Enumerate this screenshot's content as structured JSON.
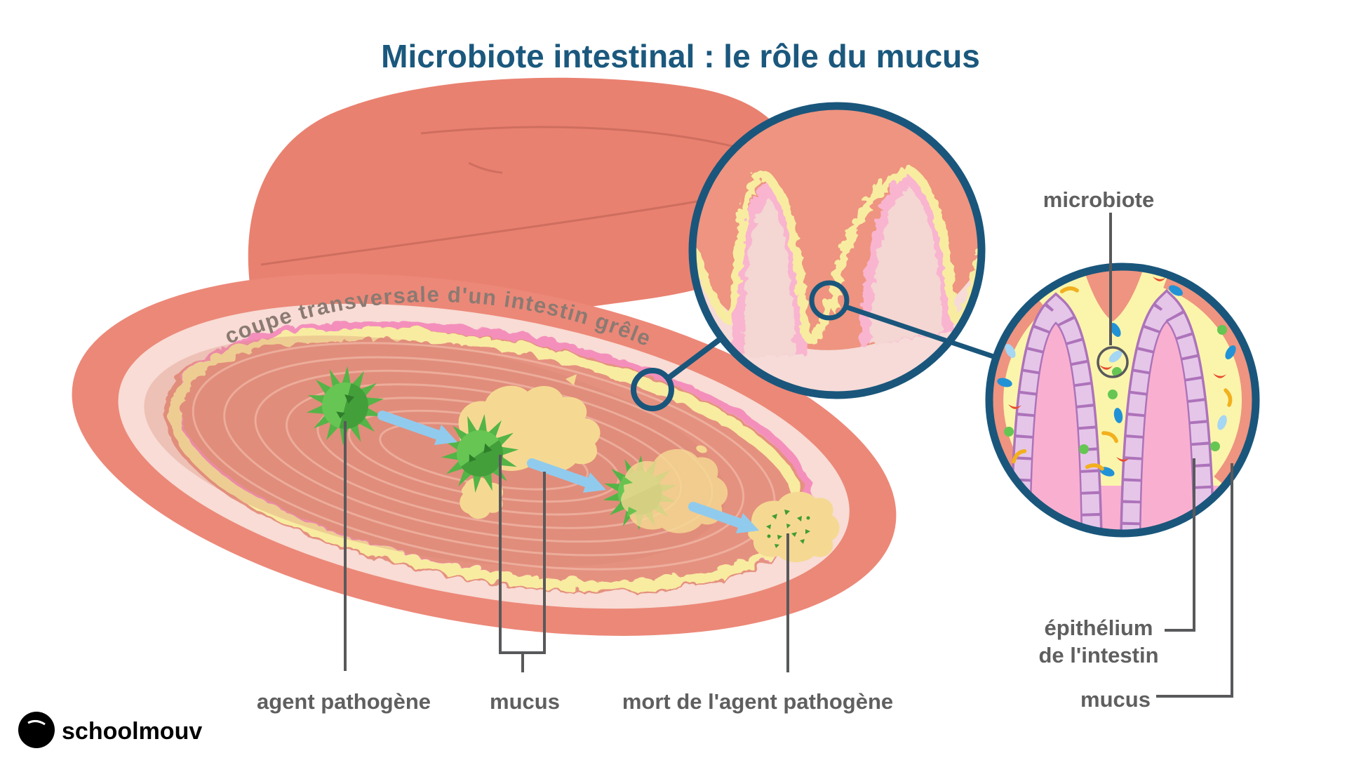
{
  "title": "Microbiote intestinal : le rôle du mucus",
  "cross_section": {
    "caption": "coupe transversale d'un intestin grêle",
    "labels": {
      "pathogen": "agent pathogène",
      "mucus": "mucus",
      "pathogen_death": "mort de l'agent pathogène"
    }
  },
  "insets": {
    "labels": {
      "microbiota": "microbiote",
      "epithelium_line1": "épithélium",
      "epithelium_line2": "de l'intestin",
      "mucus": "mucus"
    }
  },
  "logo": {
    "text": "schoolmouv"
  },
  "colors": {
    "title": "#1b587d",
    "outline_blue": "#1a567b",
    "label_text": "#5f5f60",
    "caption_text": "#8b7a72",
    "pointer_gray": "#58595b",
    "intestine_body": "#e98170",
    "intestine_wall": "#f8dcd5",
    "lumen": "#e59180",
    "mucus_yellow": "#f8eca1",
    "mucus_pink": "#f48fbc",
    "mucus_blob": "#f5d992",
    "pathogen_green": "#54b447",
    "arrow_blue": "#90cbee",
    "villus_pink": "#f9b0d0",
    "epithelium_purple": "#ad73ba",
    "microbiota_yellow": "#fbf5ab"
  }
}
